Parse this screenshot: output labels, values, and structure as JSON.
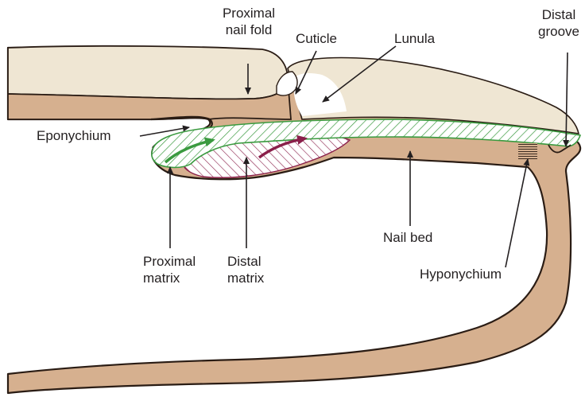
{
  "labels": {
    "proximal_nail_fold": [
      "Proximal",
      "nail fold"
    ],
    "cuticle": "Cuticle",
    "lunula": "Lunula",
    "distal_groove": [
      "Distal",
      "groove"
    ],
    "eponychium": "Eponychium",
    "proximal_matrix": [
      "Proximal",
      "matrix"
    ],
    "distal_matrix": [
      "Distal",
      "matrix"
    ],
    "nail_bed": "Nail bed",
    "hyponychium": "Hyponychium"
  },
  "colors": {
    "skin": "#d6b08f",
    "skin_outline": "#2a1c14",
    "nail_plate": "#efe6d3",
    "proximal_matrix": "#3a9a3f",
    "distal_matrix": "#8a1f4a",
    "text": "#231f20"
  }
}
